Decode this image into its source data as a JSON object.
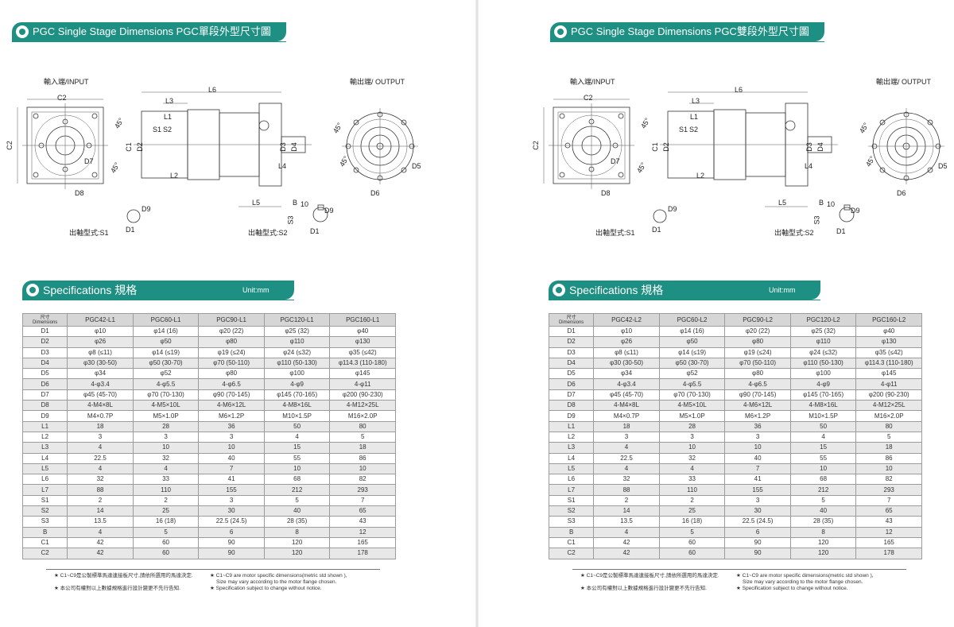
{
  "pages": [
    {
      "dimensions_title": "PGC Single Stage Dimensions   PGC單段外型尺寸圖",
      "input_label": "輸入端/INPUT",
      "output_label": "輸出端/ OUTPUT",
      "shaft_s1_label": "出軸型式:S1",
      "shaft_s2_label": "出軸型式:S2",
      "spec_title": "Specifications  規格",
      "unit_label": "Unit:mm",
      "header_corner": "尺寸\nDimensions",
      "models": [
        "PGC42-L1",
        "PGC60-L1",
        "PGC90-L1",
        "PGC120-L1",
        "PGC160-L1"
      ]
    },
    {
      "dimensions_title": "PGC Single Stage Dimensions   PGC雙段外型尺寸圖",
      "input_label": "輸入端/INPUT",
      "output_label": "輸出端/ OUTPUT",
      "shaft_s1_label": "出軸型式:S1",
      "shaft_s2_label": "出軸型式:S2",
      "spec_title": "Specifications  規格",
      "unit_label": "Unit:mm",
      "header_corner": "尺寸\nDimensions",
      "models": [
        "PGC42-L2",
        "PGC60-L2",
        "PGC90-L2",
        "PGC120-L2",
        "PGC160-L2"
      ]
    }
  ],
  "drawing_labels": {
    "c2": "C2",
    "l6": "L6",
    "l3": "L3",
    "l1": "L1",
    "s1": "S1",
    "s2": "S2",
    "c1": "C1",
    "d2": "D2",
    "d3": "D3",
    "d4": "D4",
    "l4": "L4",
    "l2": "L2",
    "l5": "L5",
    "d5": "D5",
    "d6": "D6",
    "d7": "D7",
    "d8": "D8",
    "d9": "D9",
    "d1": "D1",
    "b": "B",
    "s3": "S3",
    "deg45": "45°",
    "b10": "10"
  },
  "rows": [
    {
      "dim": "D1",
      "values": [
        "φ10",
        "φ14 (16)",
        "φ20 (22)",
        "φ25 (32)",
        "φ40"
      ]
    },
    {
      "dim": "D2",
      "values": [
        "φ26",
        "φ50",
        "φ80",
        "φ110",
        "φ130"
      ]
    },
    {
      "dim": "D3",
      "values": [
        "φ8 (≤11)",
        "φ14 (≤19)",
        "φ19 (≤24)",
        "φ24 (≤32)",
        "φ35 (≤42)"
      ]
    },
    {
      "dim": "D4",
      "values": [
        "φ30 (30-50)",
        "φ50 (30-70)",
        "φ70 (50-110)",
        "φ110 (50-130)",
        "φ114.3 (110-180)"
      ]
    },
    {
      "dim": "D5",
      "values": [
        "φ34",
        "φ52",
        "φ80",
        "φ100",
        "φ145"
      ]
    },
    {
      "dim": "D6",
      "values": [
        "4-φ3.4",
        "4-φ5.5",
        "4-φ6.5",
        "4-φ9",
        "4-φ11"
      ]
    },
    {
      "dim": "D7",
      "values": [
        "φ45 (45-70)",
        "φ70 (70-130)",
        "φ90 (70-145)",
        "φ145 (70-165)",
        "φ200 (90-230)"
      ]
    },
    {
      "dim": "D8",
      "values": [
        "4-M4×8L",
        "4-M5×10L",
        "4-M6×12L",
        "4-M8×16L",
        "4-M12×25L"
      ]
    },
    {
      "dim": "D9",
      "values": [
        "M4×0.7P",
        "M5×1.0P",
        "M6×1.2P",
        "M10×1.5P",
        "M16×2.0P"
      ]
    },
    {
      "dim": "L1",
      "values": [
        "18",
        "28",
        "36",
        "50",
        "80"
      ]
    },
    {
      "dim": "L2",
      "values": [
        "3",
        "3",
        "3",
        "4",
        "5"
      ]
    },
    {
      "dim": "L3",
      "values": [
        "4",
        "10",
        "10",
        "15",
        "18"
      ]
    },
    {
      "dim": "L4",
      "values": [
        "22.5",
        "32",
        "40",
        "55",
        "86"
      ]
    },
    {
      "dim": "L5",
      "values": [
        "4",
        "4",
        "7",
        "10",
        "10"
      ]
    },
    {
      "dim": "L6",
      "values": [
        "32",
        "33",
        "41",
        "68",
        "82"
      ]
    },
    {
      "dim": "L7",
      "values": [
        "88",
        "110",
        "155",
        "212",
        "293"
      ]
    },
    {
      "dim": "S1",
      "values": [
        "2",
        "2",
        "3",
        "5",
        "7"
      ]
    },
    {
      "dim": "S2",
      "values": [
        "14",
        "25",
        "30",
        "40",
        "65"
      ]
    },
    {
      "dim": "S3",
      "values": [
        "13.5",
        "16 (18)",
        "22.5 (24.5)",
        "28 (35)",
        "43"
      ]
    },
    {
      "dim": "B",
      "values": [
        "4",
        "5",
        "6",
        "8",
        "12"
      ]
    },
    {
      "dim": "C1",
      "values": [
        "42",
        "60",
        "90",
        "120",
        "165"
      ]
    },
    {
      "dim": "C2",
      "values": [
        "42",
        "60",
        "90",
        "120",
        "178"
      ]
    }
  ],
  "notes": {
    "cn1": "★ C1~C9是公製標準馬達連接板尺寸,請依所選用的馬達決定.",
    "cn2": "★ 本公司有權對以上數據規格進行設計變更不先行告知.",
    "en1": "★ C1~C9 are motor specific dimensions(metric std shown ),",
    "en1b": "Size may vary according to the motor flange chosen.",
    "en2": "★ Specification subject to change without notice."
  },
  "colors": {
    "accent": "#1e8f83",
    "header_bg": "#d6d6d6",
    "zebra": "#e8e8e8"
  }
}
